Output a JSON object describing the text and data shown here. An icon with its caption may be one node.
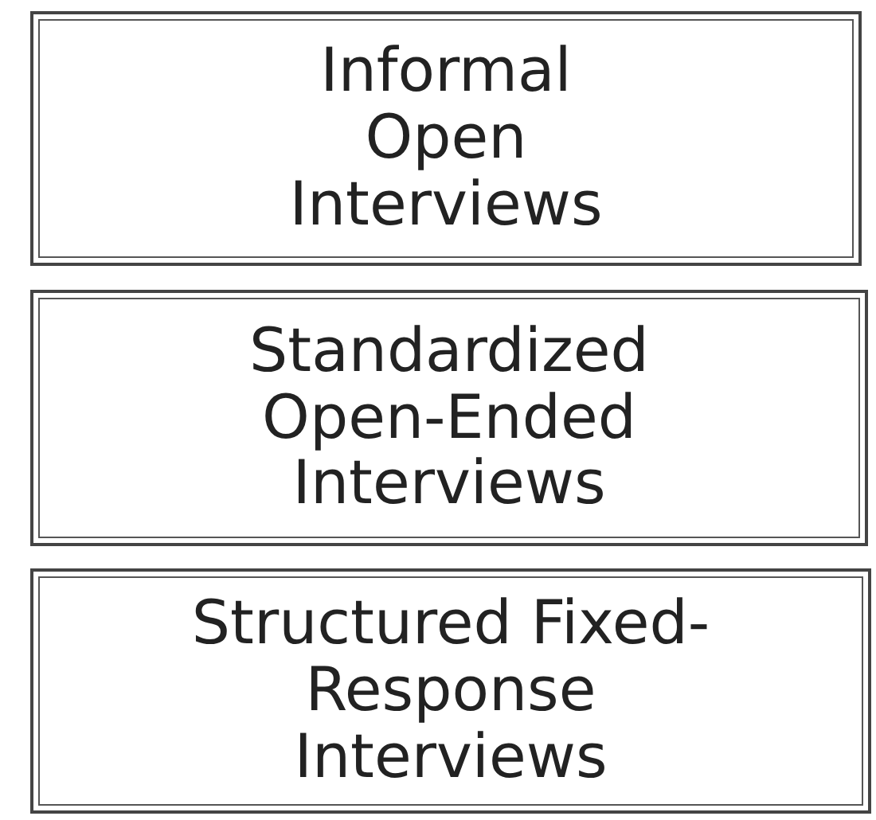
{
  "diagram": {
    "nodes": [
      {
        "text": [
          "Informal Open Interviews"
        ]
      },
      {
        "text": [
          "Standardized Open-Ended Interviews"
        ]
      },
      {
        "text": [
          "Structured Fixed-Response Interviews"
        ]
      }
    ]
  }
}
